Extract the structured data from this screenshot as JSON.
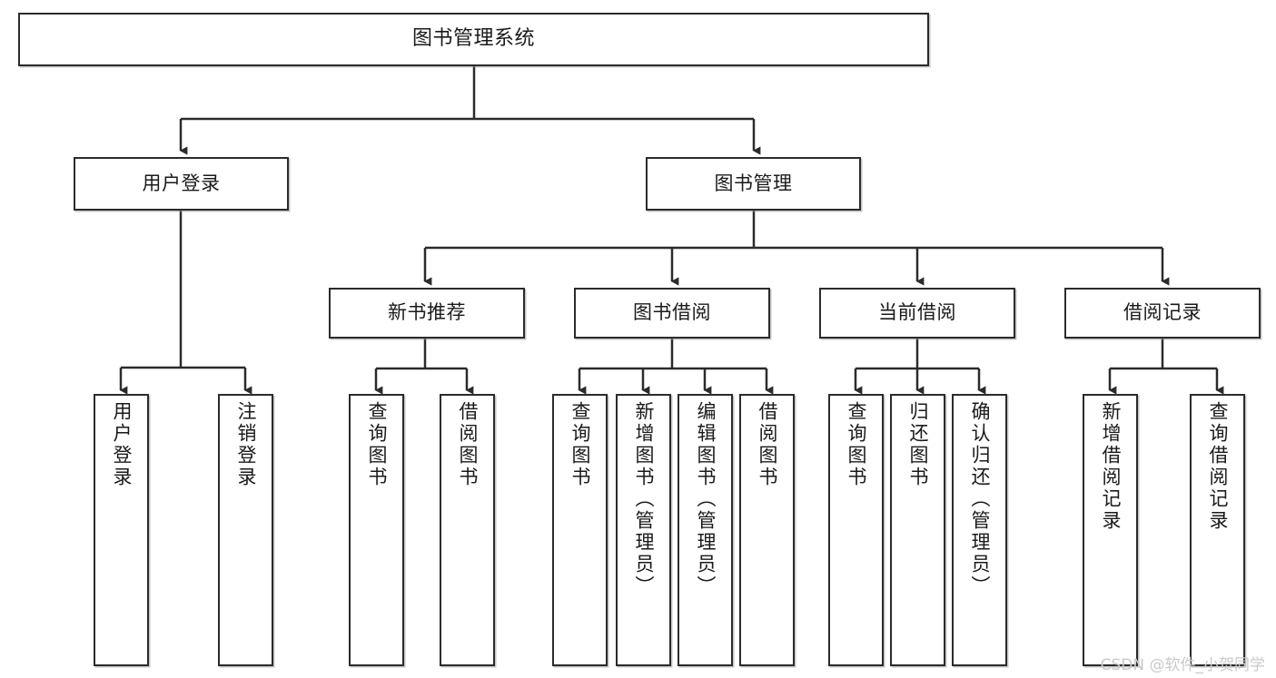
{
  "diagram": {
    "title": "图书管理系统",
    "type": "hierarchy-tree",
    "root": {
      "label": "图书管理系统"
    },
    "level2": [
      {
        "label": "用户登录"
      },
      {
        "label": "图书管理"
      }
    ],
    "level3": [
      {
        "label": "新书推荐"
      },
      {
        "label": "图书借阅"
      },
      {
        "label": "当前借阅"
      },
      {
        "label": "借阅记录"
      }
    ],
    "leaves": {
      "user_login": [
        {
          "label": "用户登录"
        },
        {
          "label": "注销登录"
        }
      ],
      "new_book_recommend": [
        {
          "label": "查询图书"
        },
        {
          "label": "借阅图书"
        }
      ],
      "book_borrow": [
        {
          "label": "查询图书"
        },
        {
          "label": "新增图书（管理员）"
        },
        {
          "label": "编辑图书（管理员）"
        },
        {
          "label": "借阅图书"
        }
      ],
      "current_borrow": [
        {
          "label": "查询图书"
        },
        {
          "label": "归还图书"
        },
        {
          "label": "确认归还（管理员）"
        }
      ],
      "borrow_records": [
        {
          "label": "新增借阅记录"
        },
        {
          "label": "查询借阅记录"
        }
      ]
    }
  },
  "watermark": {
    "text": "CSDN @软件_小贺同学"
  },
  "colors": {
    "stroke": "#2b2b2b",
    "fill": "#ffffff",
    "text": "#1a1a1a",
    "watermark": "#c9c9c9"
  }
}
